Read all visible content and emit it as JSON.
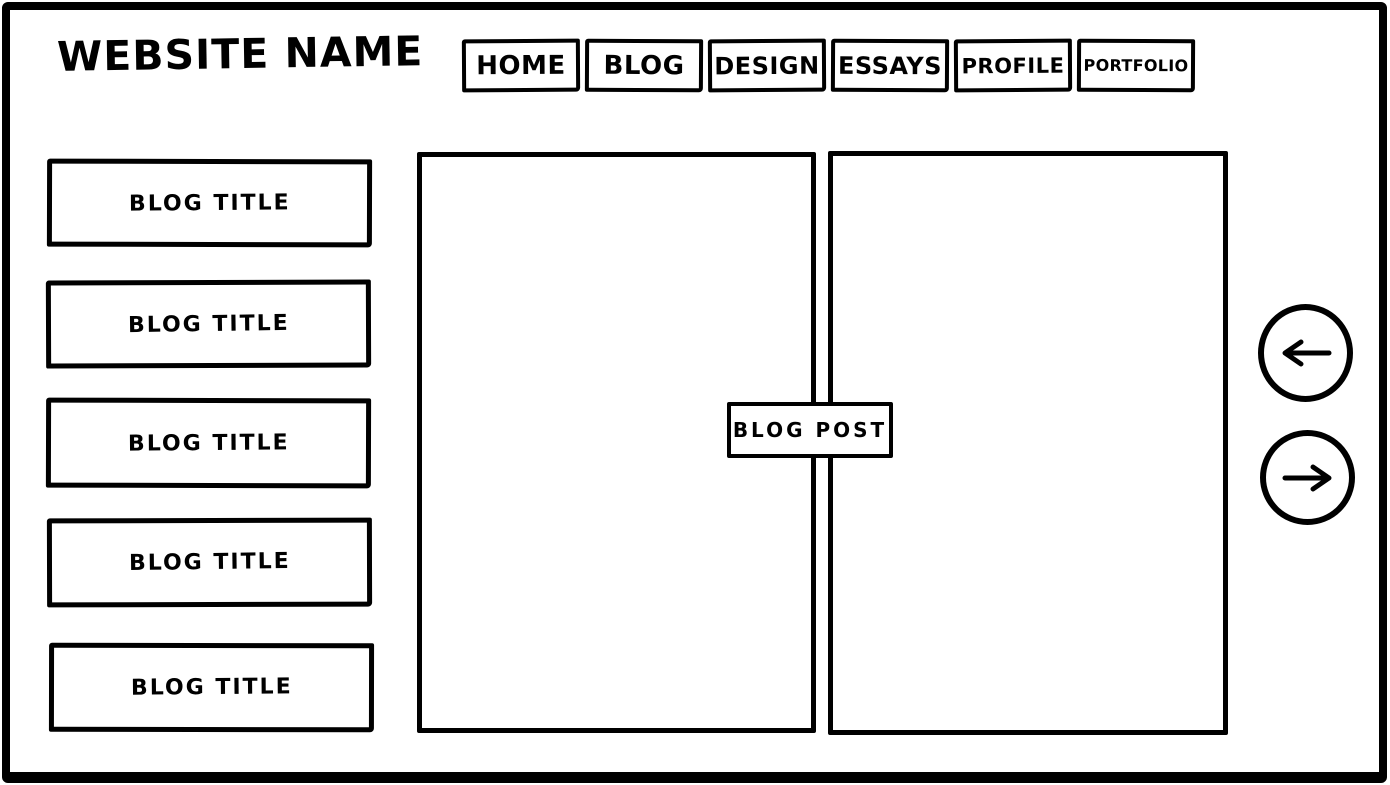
{
  "site": {
    "title": "WEBSITE NAME"
  },
  "nav": {
    "items": [
      {
        "label": "HOME"
      },
      {
        "label": "BLOG"
      },
      {
        "label": "DESIGN"
      },
      {
        "label": "ESSAYS"
      },
      {
        "label": "PROFILE"
      },
      {
        "label": "PORTFOLIO"
      }
    ]
  },
  "sidebar": {
    "items": [
      {
        "label": "BLOG TITLE"
      },
      {
        "label": "BLOG TITLE"
      },
      {
        "label": "BLOG TITLE"
      },
      {
        "label": "BLOG TITLE"
      },
      {
        "label": "BLOG TITLE"
      }
    ]
  },
  "main": {
    "post_label": "BLOG POST"
  },
  "pager": {
    "prev_icon": "left-arrow",
    "next_icon": "right-arrow"
  },
  "colors": {
    "ink": "#000000",
    "paper": "#ffffff"
  }
}
